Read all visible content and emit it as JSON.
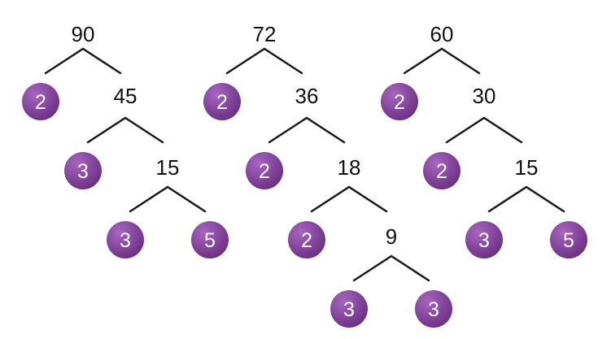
{
  "colors": {
    "leaf_fill": "#6a2f83",
    "leaf_highlight": "#a866bf",
    "line": "#1a1a1a",
    "text": "#111111"
  },
  "trees": [
    {
      "root": "90",
      "levels": [
        {
          "prime": "2",
          "composite": "45"
        },
        {
          "prime": "3",
          "composite": "15"
        }
      ],
      "final": [
        "3",
        "5"
      ]
    },
    {
      "root": "72",
      "levels": [
        {
          "prime": "2",
          "composite": "36"
        },
        {
          "prime": "2",
          "composite": "18"
        },
        {
          "prime": "2",
          "composite": "9"
        }
      ],
      "final": [
        "3",
        "3"
      ]
    },
    {
      "root": "60",
      "levels": [
        {
          "prime": "2",
          "composite": "30"
        },
        {
          "prime": "2",
          "composite": "15"
        }
      ],
      "final": [
        "3",
        "5"
      ]
    }
  ]
}
